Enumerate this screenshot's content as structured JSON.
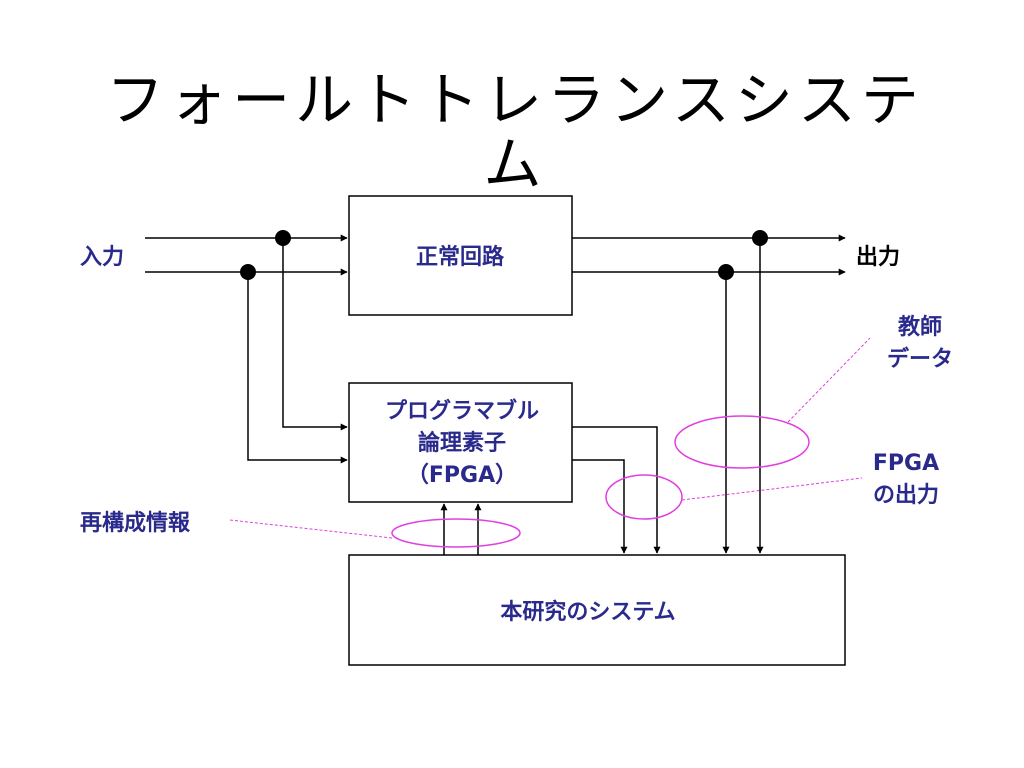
{
  "slide": {
    "title": "フォールトトレランスシステム"
  },
  "diagram": {
    "blocks": {
      "normal_circuit": "正常回路",
      "programmable_logic": [
        "プログラマブル",
        "論理素子",
        "（FPGA）"
      ],
      "our_system": "本研究のシステム"
    },
    "labels": {
      "input": "入力",
      "output": "出力",
      "teacher_data": [
        "教師",
        "データ"
      ],
      "fpga_output": [
        "FPGA",
        "の出力"
      ],
      "reconfig_info": "再構成情報"
    },
    "colors": {
      "label_text": "#2a2a8c",
      "callout": "#e040e0",
      "lines": "#000000"
    }
  }
}
